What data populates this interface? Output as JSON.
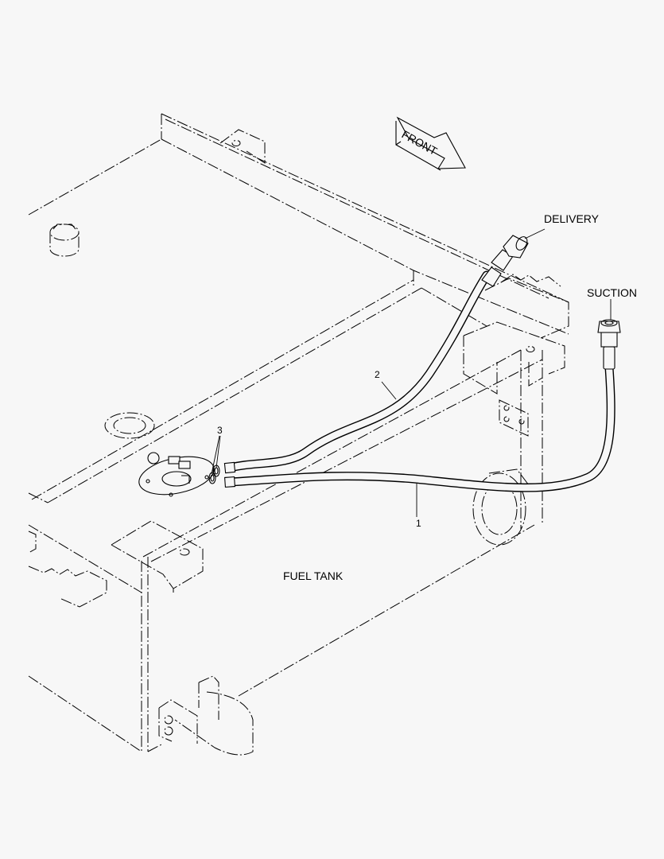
{
  "labels": {
    "front": "FRONT",
    "delivery": "DELIVERY",
    "suction": "SUCTION",
    "fuel_tank": "FUEL TANK"
  },
  "callouts": {
    "hose_suction": "1",
    "hose_delivery": "2",
    "washers": "3"
  }
}
